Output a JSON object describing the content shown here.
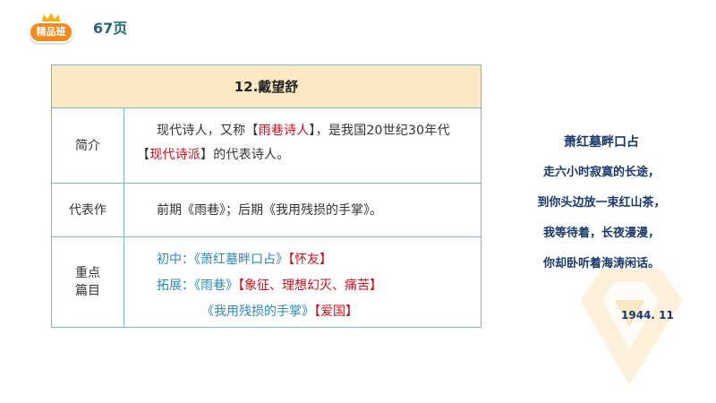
{
  "header": {
    "badge_label": "精品班",
    "page_label": "67页"
  },
  "table": {
    "title": "12.戴望舒",
    "intro": {
      "label": "简介",
      "parts": [
        "现代诗人，又称",
        "【",
        "雨巷诗人",
        "】，是我国20世纪30年代",
        "【",
        "现代诗派",
        "】",
        "的代表诗人。"
      ]
    },
    "works": {
      "label": "代表作",
      "text": "前期《雨巷》；后期《我用残损的手掌》。"
    },
    "key": {
      "label_line1": "重点",
      "label_line2": "篇目",
      "junior_prefix": "初中：《萧红墓畔口占》",
      "junior_bracket_open": "【",
      "junior_tag": "怀友",
      "junior_bracket_close": "】",
      "ext_prefix": "拓展：《雨巷》",
      "ext_bracket_open": "【",
      "ext_tag": "象征、理想幻灭、痛苦",
      "ext_bracket_close": "】",
      "ext2_prefix": "《我用残损的手掌》",
      "ext2_bracket_open": "【",
      "ext2_tag": "爱国",
      "ext2_bracket_close": "】"
    }
  },
  "poem": {
    "title": "萧红墓畔口占",
    "lines": [
      "走六小时寂寞的长途，",
      "到你头边放一束红山茶，",
      "我等待着，长夜漫漫，",
      "你却卧听着海涛闲话。"
    ],
    "date": "1944. 11"
  },
  "colors": {
    "accent_orange": "#f28a1e",
    "table_border": "#7fb7c8",
    "title_fill": "#fde8c4",
    "blue_text": "#2a8ab4",
    "red_text": "#c8101e",
    "poem_navy": "#17386a"
  }
}
